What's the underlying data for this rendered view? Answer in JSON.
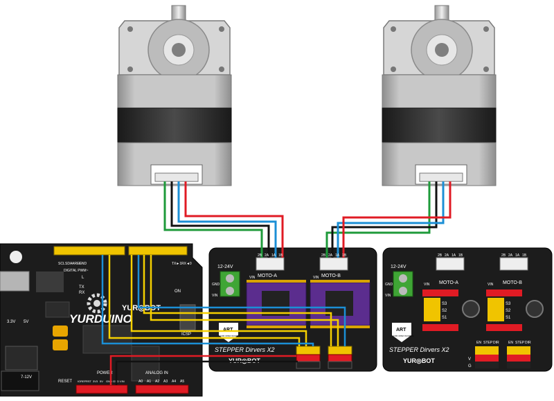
{
  "motors": [
    {
      "id": "left"
    },
    {
      "id": "right"
    }
  ],
  "arduino": {
    "brand": "YUR◎BOT",
    "model": "YURDUINO",
    "labels": {
      "icsp": "ICSP",
      "on": "ON",
      "l": "L",
      "tx": "TX",
      "rx": "RX",
      "reset": "RESET",
      "power": "POWER",
      "analog_in": "ANALOG IN",
      "digital": "DIGITAL PWM~",
      "v33": "3.3V",
      "v5": "5V",
      "v712": "7-12V",
      "scl": "SCL",
      "sda": "SDA",
      "aref": "AREF",
      "gnd": "GND",
      "tx1": "TX►1",
      "rx0": "RX◄0",
      "ioref": "IOREF",
      "rst": "RST",
      "p33": "3V3",
      "p5": "5V",
      "pgnd": "GND",
      "pgnd2": "GND",
      "vin": "VIN",
      "a0": "A0",
      "a1": "A1",
      "a2": "A2",
      "a3": "A3",
      "a4": "A4",
      "a5": "A5"
    }
  },
  "shield_wired": {
    "voltage": "12-24V",
    "gnd": "GND",
    "vin": "VIN",
    "vin_a": "VIN",
    "vin_b": "VIN",
    "moto_a": "MOTO-A",
    "moto_b": "MOTO-B",
    "title": "STEPPER Dirvers X2",
    "brand": "YUR◎BOT",
    "pins_a": [
      "2B",
      "2A",
      "1A",
      "1B"
    ],
    "pins_b": [
      "2B",
      "2A",
      "1A",
      "1B"
    ],
    "art": "ART",
    "art_sub": "FOR OPEN SOURCE"
  },
  "shield_plain": {
    "voltage": "12-24V",
    "gnd": "GND",
    "vin": "VIN",
    "vin_a": "VIN",
    "vin_b": "VIN",
    "moto_a": "MOTO-A",
    "moto_b": "MOTO-B",
    "title": "STEPPER Dirvers X2",
    "brand": "YUR◎BOT",
    "pins_a": [
      "2B",
      "2A",
      "1A",
      "1B"
    ],
    "pins_b": [
      "2B",
      "2A",
      "1A",
      "1B"
    ],
    "s3": "S3",
    "s2": "S2",
    "s1": "S1",
    "s3b": "S3",
    "s2b": "S2",
    "s1b": "S1",
    "en": "EN",
    "step": "STEP",
    "dir": "DIR",
    "en_b": "EN",
    "step_b": "STEP",
    "dir_b": "DIR",
    "v": "V",
    "g": "G",
    "art": "ART",
    "art_sub": "FOR OPEN SOURCE"
  },
  "wire_colors": {
    "green": "#1e9a3a",
    "black": "#111111",
    "blue": "#1b8fd6",
    "red": "#e01b24",
    "yellow": "#f5d000"
  }
}
